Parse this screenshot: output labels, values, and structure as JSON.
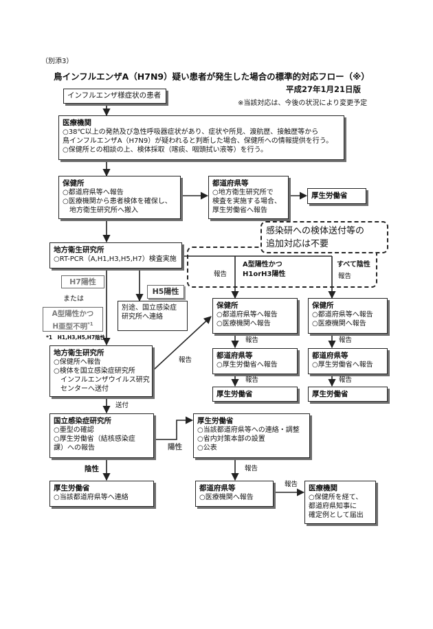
{
  "header": {
    "attachment": "（別添3）",
    "title": "鳥インフルエンザA（H7N9）疑い患者が発生した場合の標準的対応フロー（※）",
    "date": "平成27年1月21日版",
    "note": "※当該対応は、今後の状況により変更予定"
  },
  "boxes": {
    "patient": {
      "title": "インフルエンザ様症状の患者"
    },
    "medical": {
      "title": "医療機関",
      "lines": [
        "○38℃以上の発熱及び急性呼吸器症状があり、症状や所見、渡航歴、接触歴等から",
        "鳥インフルエンザA（H7N9）が疑われると判断した場合、保健所への情報提供を行う。",
        "○保健所との相談の上、検体採取（喀痰、咽頭拭い液等）を行う。"
      ]
    },
    "hc1": {
      "title": "保健所",
      "lines": [
        "○都道府県等へ報告",
        "○医療機関から患者検体を確保し、",
        "地方衛生研究所へ搬入"
      ]
    },
    "pref1": {
      "title": "都道府県等",
      "lines": [
        "○地方衛生研究所で",
        "検査を実施する場合、",
        "厚生労働省へ報告"
      ]
    },
    "mhlw1": {
      "title": "厚生労働省"
    },
    "lab1": {
      "title": "地方衛生研究所",
      "lines": [
        "○RT-PCR（A,H1,H3,H5,H7）検査実施"
      ]
    },
    "separate": {
      "lines": [
        "別途、国立感染症",
        "研究所へ連絡"
      ]
    },
    "hc2": {
      "title": "保健所",
      "lines": [
        "○都道府県等へ報告",
        "○医療機関へ報告"
      ]
    },
    "hc3": {
      "title": "保健所",
      "lines": [
        "○都道府県等へ報告",
        "○医療機関へ報告"
      ]
    },
    "pref2": {
      "title": "都道府県等",
      "lines": [
        "○厚生労働省へ報告"
      ]
    },
    "pref3": {
      "title": "都道府県等",
      "lines": [
        "○厚生労働省へ報告"
      ]
    },
    "mhlw2": {
      "title": "厚生労働省"
    },
    "mhlw3": {
      "title": "厚生労働省"
    },
    "lab2": {
      "title": "地方衛生研究所",
      "lines": [
        "○保健所へ報告",
        "○検体を国立感染症研究所",
        "インフルエンザウイルス研究",
        "センターへ送付"
      ]
    },
    "niid": {
      "title": "国立感染症研究所",
      "lines": [
        "○亜型の確認",
        "○厚生労働省（結核感染症",
        "課）への報告"
      ]
    },
    "mhlw4": {
      "title": "厚生労働省",
      "lines": [
        "○当該都道府県等への連絡・調整",
        "○省内対策本部の設置",
        "○公表"
      ]
    },
    "mhlw5": {
      "title": "厚生労働省",
      "lines": [
        "○当該都道府県等へ連絡"
      ]
    },
    "pref4": {
      "title": "都道府県等",
      "lines": [
        "○医療機関へ報告"
      ]
    },
    "medical2": {
      "title": "医療機関",
      "lines": [
        "○保健所を経て、",
        "都道府県知事に",
        "確定例として届出"
      ]
    }
  },
  "side": {
    "h7": "H7陽性",
    "or": "または",
    "a_h_unknown_1": "A型陽性かつ",
    "a_h_unknown_2": "H亜型不明",
    "a_h_unknown_sup": "*1",
    "footnote": "*1　H1,H3,H5,H7陰性",
    "h5": "H5陽性"
  },
  "dashed": {
    "line1": "感染研への検体送付等の",
    "line2": "追加対応は不要"
  },
  "branch": {
    "a_pos_1": "A型陽性かつ",
    "a_pos_2": "H1orH3陽性",
    "all_neg": "すべて陰性"
  },
  "labels": {
    "report": "報告",
    "send": "送付",
    "positive": "陽性",
    "negative": "陰性"
  }
}
